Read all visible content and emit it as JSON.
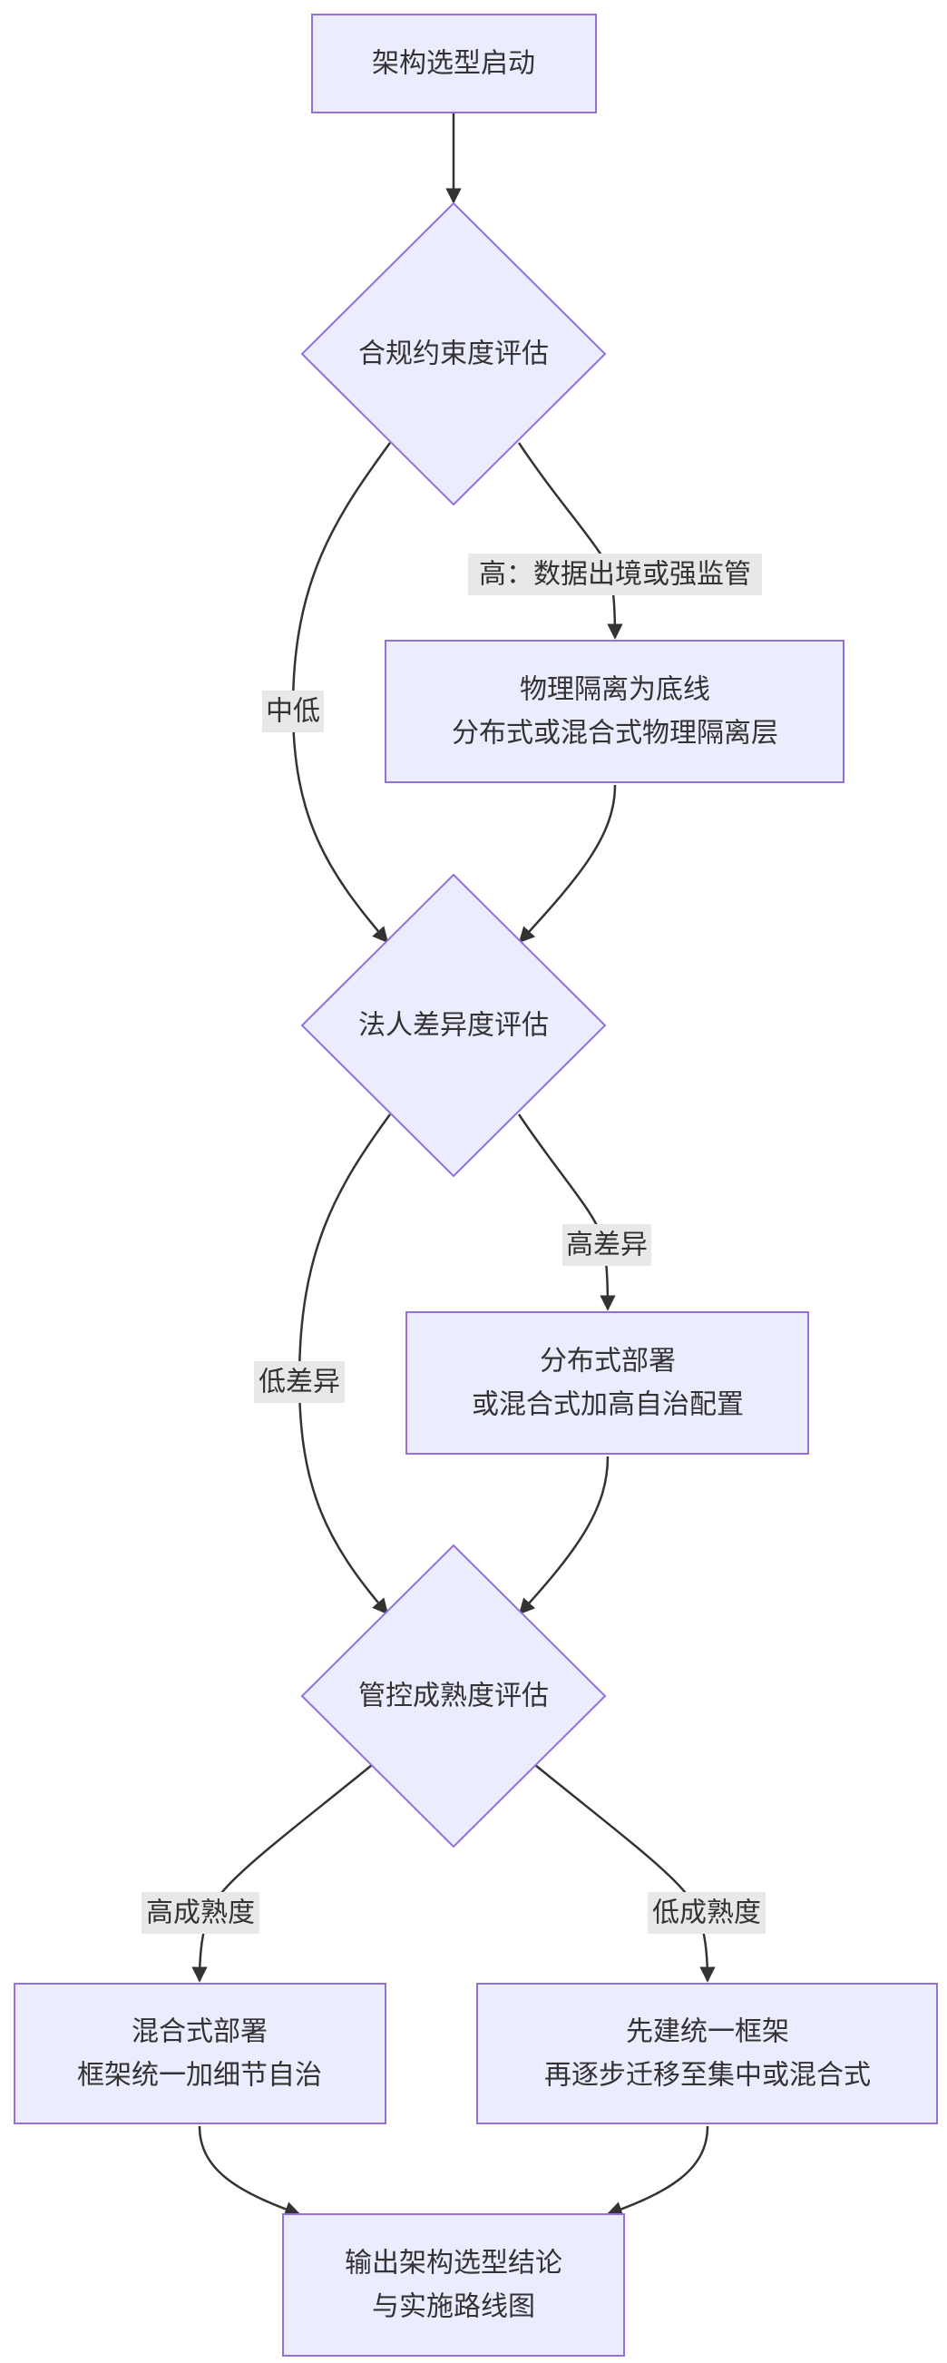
{
  "nodes": {
    "start": {
      "lines": [
        "架构选型启动"
      ]
    },
    "compliance": {
      "lines": [
        "合规约束度评估"
      ]
    },
    "isolation": {
      "lines": [
        "物理隔离为底线",
        "分布式或混合式物理隔离层"
      ]
    },
    "legal_entity": {
      "lines": [
        "法人差异度评估"
      ]
    },
    "distributed": {
      "lines": [
        "分布式部署",
        "或混合式加高自治配置"
      ]
    },
    "maturity": {
      "lines": [
        "管控成熟度评估"
      ]
    },
    "hybrid": {
      "lines": [
        "混合式部署",
        "框架统一加细节自治"
      ]
    },
    "unified_first": {
      "lines": [
        "先建统一框架",
        "再逐步迁移至集中或混合式"
      ]
    },
    "output": {
      "lines": [
        "输出架构选型结论",
        "与实施路线图"
      ]
    }
  },
  "edges": {
    "compliance_high": "高：数据出境或强监管",
    "compliance_mid_low": "中低",
    "legal_high_diff": "高差异",
    "legal_low_diff": "低差异",
    "maturity_high": "高成熟度",
    "maturity_low": "低成熟度"
  }
}
